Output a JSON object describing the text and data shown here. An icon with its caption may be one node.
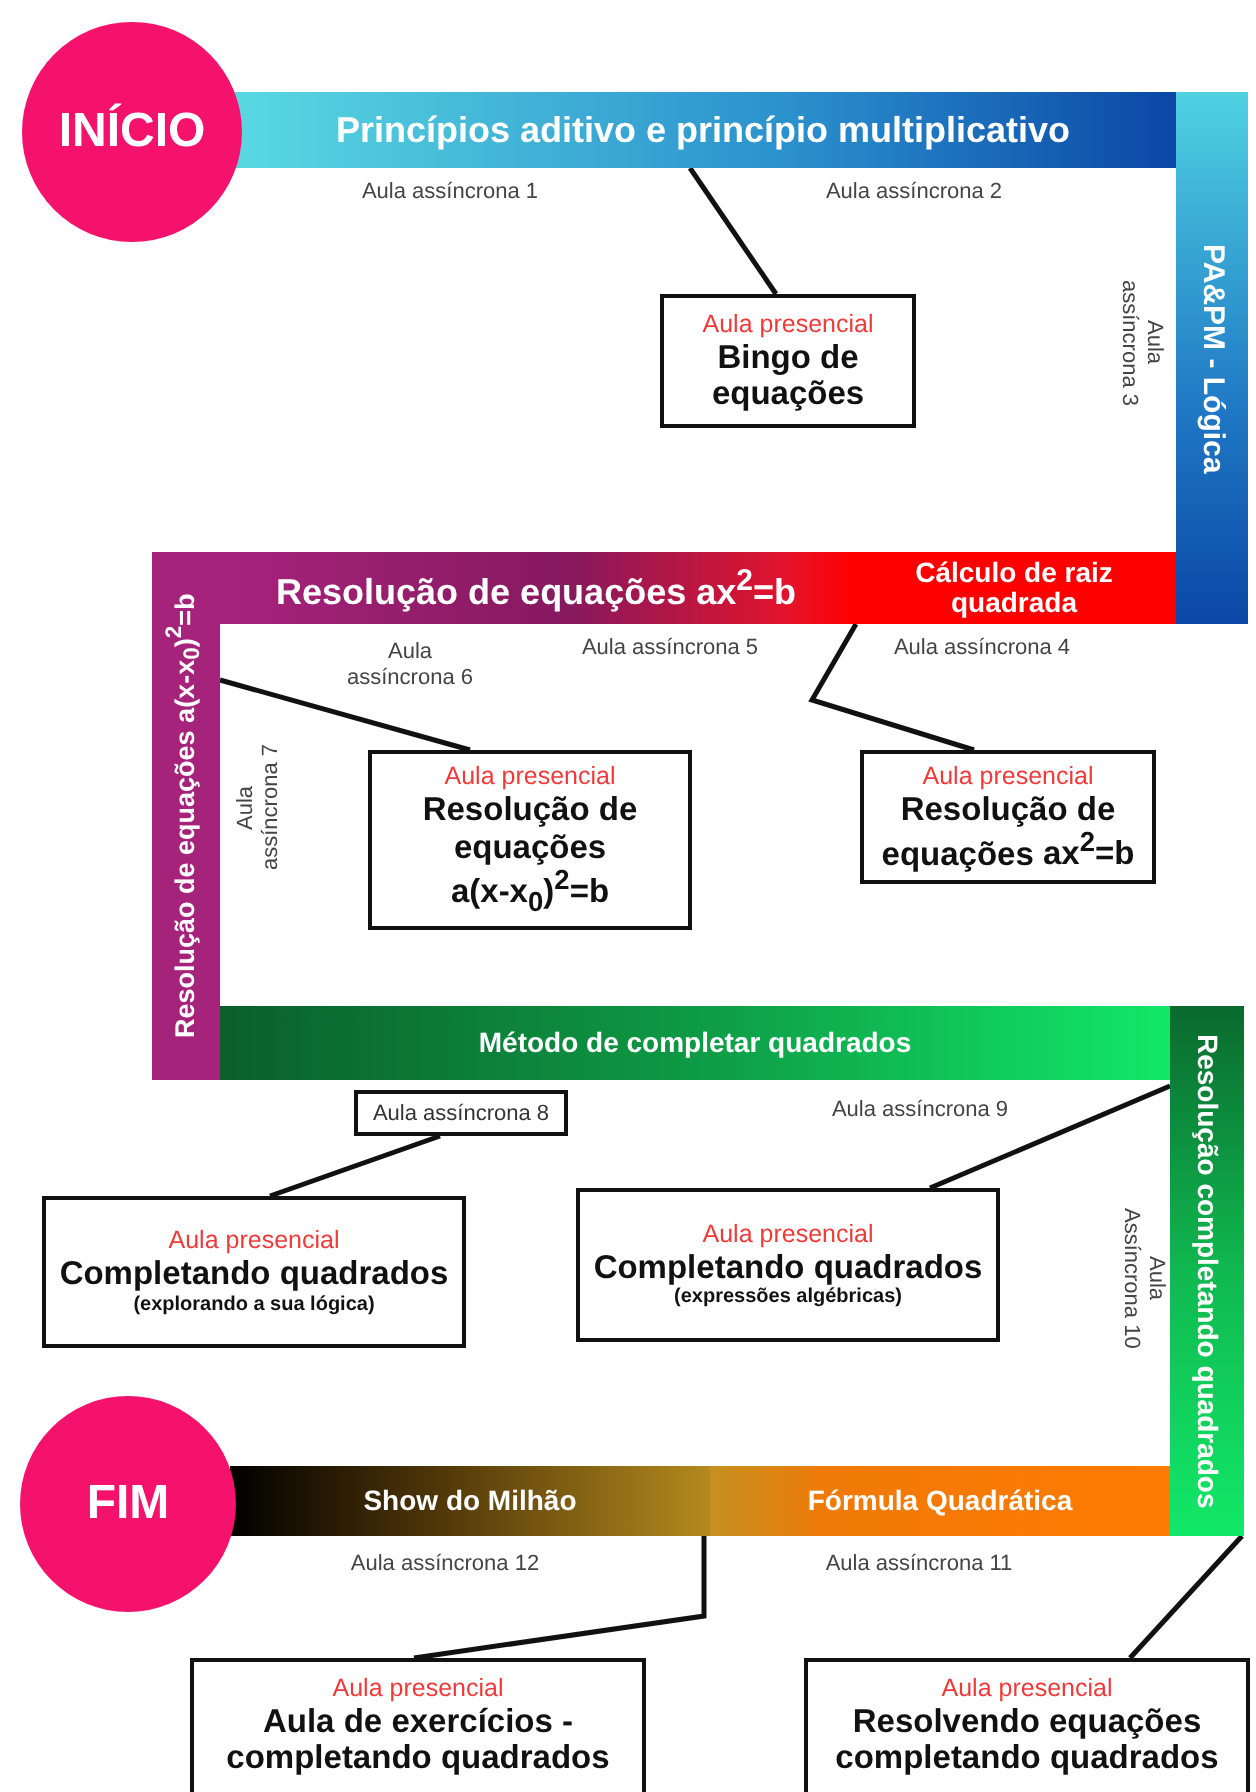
{
  "diagram": {
    "nodes": [
      {
        "text": [
          "INÍCIO"
        ]
      },
      {
        "text": [
          "Princípios aditivo e princípio multiplicativo"
        ]
      },
      {
        "text": [
          "PA&PM - Lógica"
        ]
      },
      {
        "text": [
          "Aula presencial",
          "Bingo de equações"
        ]
      },
      {
        "text": [
          "Resolução de equações ax$^{2}$=b"
        ]
      },
      {
        "text": [
          "Cálculo de raiz quadrada"
        ]
      },
      {
        "text": [
          "Resolução de equações a(x-x$_{0}$)$^{2}$=b"
        ]
      },
      {
        "text": [
          "Aula presencial",
          "Resolução de equações a(x-x$_{0}$)$^{2}$=b"
        ]
      },
      {
        "text": [
          "Aula presencial",
          "Resolução de equações ax$^{2}$=b"
        ]
      },
      {
        "text": [
          "Método de completar quadrados"
        ]
      },
      {
        "text": [
          "Resolução completando quadrados"
        ]
      },
      {
        "text": [
          "Aula assíncrona 8"
        ]
      },
      {
        "text": [
          "Aula presencial",
          "Completando quadrados",
          "(explorando a sua lógica)"
        ]
      },
      {
        "text": [
          "Aula presencial",
          "Completando quadrados",
          "(expressões algébricas)"
        ]
      },
      {
        "text": [
          "FIM"
        ]
      },
      {
        "text": [
          "Show do Milhão"
        ]
      },
      {
        "text": [
          "Fórmula Quadrática"
        ]
      },
      {
        "text": [
          "Aula presencial",
          "Aula de exercícios - completando quadrados"
        ]
      },
      {
        "text": [
          "Aula presencial",
          "Resolvendo equações completando quadrados"
        ]
      }
    ],
    "edges": [
      {
        "from": 1,
        "to": 3,
        "arrow": "none"
      },
      {
        "from": 5,
        "to": 8,
        "arrow": "none"
      },
      {
        "from": 6,
        "to": 7,
        "arrow": "none"
      },
      {
        "from": 11,
        "to": 12,
        "arrow": "none"
      },
      {
        "from": 10,
        "to": 13,
        "arrow": "none"
      },
      {
        "from": 15,
        "to": 17,
        "arrow": "none"
      },
      {
        "from": 10,
        "to": 18,
        "arrow": "none"
      }
    ],
    "labels": [
      "Aula assíncrona 1",
      "Aula assíncrona 2",
      "Aula assíncrona 3",
      "Aula assíncrona 6",
      "Aula assíncrona 5",
      "Aula assíncrona 4",
      "Aula assíncrona 7",
      "Aula assíncrona 9",
      "Aula Assíncrona 10",
      "Aula assíncrona 12",
      "Aula assíncrona 11"
    ]
  }
}
